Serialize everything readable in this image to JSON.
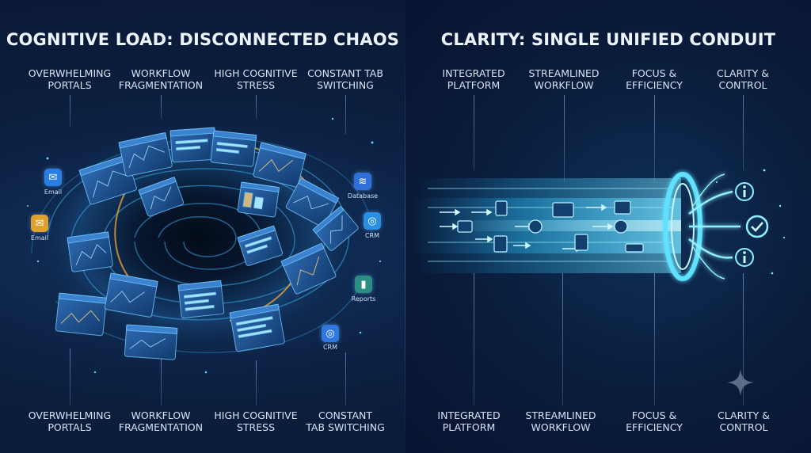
{
  "left_panel": {
    "title": "COGNITIVE LOAD: DISCONNECTED CHAOS",
    "top_labels": [
      {
        "line1": "OVERWHELMING",
        "line2": "PORTALS"
      },
      {
        "line1": "WORKFLOW",
        "line2": "FRAGMENTATION"
      },
      {
        "line1": "HIGH COGNITIVE",
        "line2": "STRESS"
      },
      {
        "line1": "CONSTANT TAB",
        "line2": "SWITCHING"
      }
    ],
    "bottom_labels": [
      {
        "line1": "OVERWHELMING",
        "line2": "PORTALS"
      },
      {
        "line1": "WORKFLOW",
        "line2": "FRAGMENTATION"
      },
      {
        "line1": "HIGH COGNITIVE",
        "line2": "STRESS"
      },
      {
        "line1": "CONSTANT",
        "line2": "TAB SWITCHING"
      }
    ],
    "app_icons": [
      {
        "label": "Email",
        "icon": "envelope-icon",
        "color": "#2a7de1"
      },
      {
        "label": "Email",
        "icon": "envelope-icon",
        "color": "#e0a12b"
      },
      {
        "label": "Database",
        "icon": "database-icon",
        "color": "#2f6fd9"
      },
      {
        "label": "CRM",
        "icon": "crm-icon",
        "color": "#2a8fe0"
      },
      {
        "label": "Reports",
        "icon": "bar-chart-icon",
        "color": "#2a8f80"
      },
      {
        "label": "CRM",
        "icon": "crm-icon",
        "color": "#2f78e0"
      }
    ]
  },
  "right_panel": {
    "title": "CLARITY: SINGLE UNIFIED CONDUIT",
    "top_labels": [
      {
        "line1": "INTEGRATED",
        "line2": "PLATFORM"
      },
      {
        "line1": "STREAMLINED",
        "line2": "WORKFLOW"
      },
      {
        "line1": "FOCUS &",
        "line2": "EFFICIENCY"
      },
      {
        "line1": "CLARITY &",
        "line2": "CONTROL"
      }
    ],
    "bottom_labels": [
      {
        "line1": "INTEGRATED",
        "line2": "PLATFORM"
      },
      {
        "line1": "STREAMLINED",
        "line2": "WORKFLOW"
      },
      {
        "line1": "FOCUS &",
        "line2": "EFFICIENCY"
      },
      {
        "line1": "CLARITY &",
        "line2": "CONTROL"
      }
    ],
    "output_icons": [
      "info-icon",
      "checkmark-icon",
      "info-icon"
    ]
  },
  "colors": {
    "accent_cyan": "#38d4ff",
    "accent_orange": "#f3a83a",
    "background": "#0a1a33"
  }
}
